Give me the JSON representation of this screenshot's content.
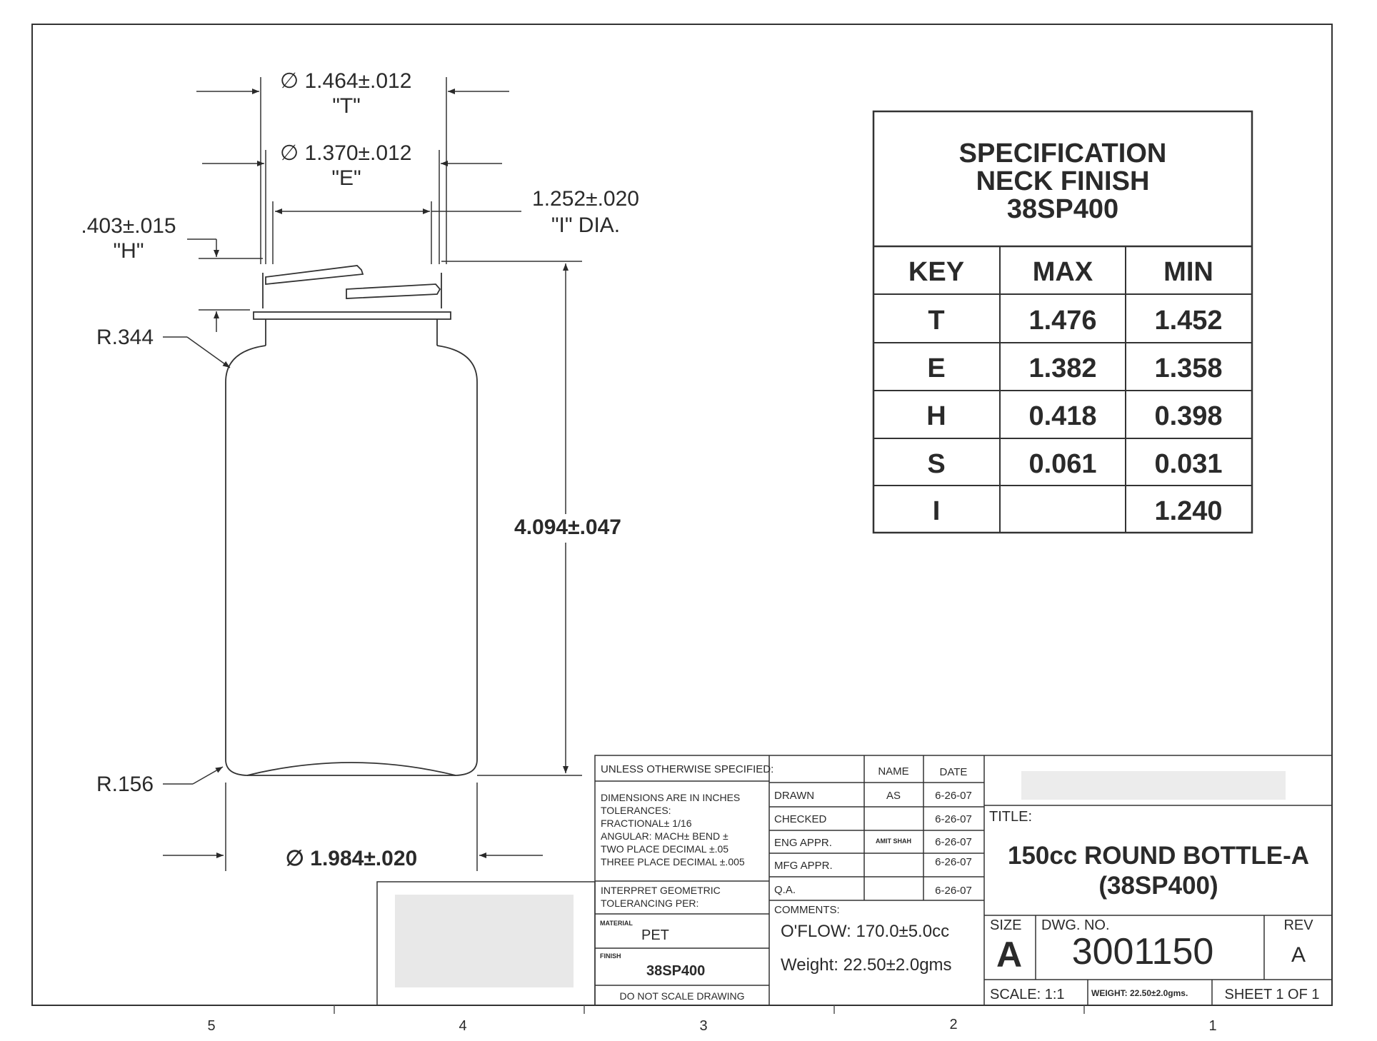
{
  "spec": {
    "title_lines": [
      "SPECIFICATION",
      "NECK FINISH",
      "38SP400"
    ],
    "headers": [
      "KEY",
      "MAX",
      "MIN"
    ],
    "rows": [
      [
        "T",
        "1.476",
        "1.452"
      ],
      [
        "E",
        "1.382",
        "1.358"
      ],
      [
        "H",
        "0.418",
        "0.398"
      ],
      [
        "S",
        "0.061",
        "0.031"
      ],
      [
        "I",
        "",
        "1.240"
      ]
    ]
  },
  "dims": {
    "t_dia": "1.464±.012",
    "t_label": "\"T\"",
    "e_dia": "1.370±.012",
    "e_label": "\"E\"",
    "i_dia": "1.252±.020",
    "i_label": "\"I\" DIA.",
    "h_val": ".403±.015",
    "h_label": "\"H\"",
    "r_shoulder": "R.344",
    "r_base": "R.156",
    "height": "4.094±.047",
    "body_dia": "1.984±.020",
    "dia_symbol": "∅"
  },
  "title_block": {
    "unless": "UNLESS OTHERWISE SPECIFIED:",
    "tolerance_lines": [
      "DIMENSIONS ARE IN INCHES",
      "TOLERANCES:",
      "FRACTIONAL± 1/16",
      "ANGULAR: MACH±    BEND ±",
      "TWO PLACE DECIMAL    ±.05",
      "THREE PLACE DECIMAL   ±.005"
    ],
    "interpret_lines": [
      "INTERPRET GEOMETRIC",
      "TOLERANCING PER:"
    ],
    "material_label": "MATERIAL",
    "material": "PET",
    "finish_label": "FINISH",
    "finish": "38SP400",
    "do_not_scale": "DO NOT SCALE DRAWING",
    "name_header": "NAME",
    "date_header": "DATE",
    "approvals": [
      {
        "role": "DRAWN",
        "name": "AS",
        "date": "6-26-07"
      },
      {
        "role": "CHECKED",
        "name": "",
        "date": "6-26-07"
      },
      {
        "role": "ENG APPR.",
        "name": "AMIT SHAH",
        "date": "6-26-07"
      },
      {
        "role": "MFG APPR.",
        "name": "",
        "date": "6-26-07"
      },
      {
        "role": "Q.A.",
        "name": "",
        "date": "6-26-07"
      }
    ],
    "comments_label": "COMMENTS:",
    "oflow": "O'FLOW: 170.0±5.0cc",
    "weight": "Weight: 22.50±2.0gms",
    "title_label": "TITLE:",
    "title_line1": "150cc ROUND BOTTLE-A",
    "title_line2": "(38SP400)",
    "size_label": "SIZE",
    "size": "A",
    "dwg_label": "DWG.  NO.",
    "dwg_no": "3001150",
    "rev_label": "REV",
    "rev": "A",
    "scale": "SCALE: 1:1",
    "weight_small": "WEIGHT: 22.50±2.0gms.",
    "sheet": "SHEET 1 OF 1"
  },
  "zones": [
    "5",
    "4",
    "3",
    "2",
    "1"
  ]
}
